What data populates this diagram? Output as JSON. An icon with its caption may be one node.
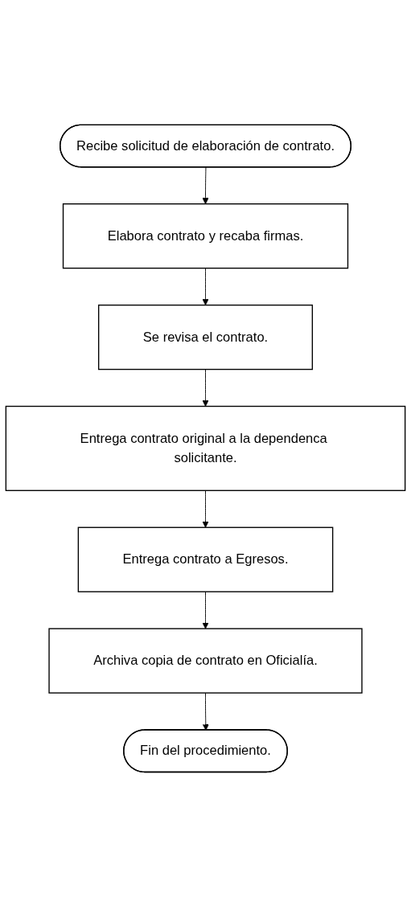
{
  "diagram": {
    "nodes": [
      {
        "text": [
          "Recibe solicitud de elaboración de contrato."
        ]
      },
      {
        "text": [
          "Elabora contrato y recaba firmas."
        ]
      },
      {
        "text": [
          "Se revisa el contrato."
        ]
      },
      {
        "text": [
          "Entrega contrato original a la dependenca solicitante."
        ]
      },
      {
        "text": [
          "Entrega contrato a Egresos."
        ]
      },
      {
        "text": [
          "Archiva copia de contrato en Oficialía."
        ]
      },
      {
        "text": [
          "Fin del procedimiento."
        ]
      }
    ],
    "edges": [
      {
        "from": 0,
        "to": 1,
        "arrow": "to"
      },
      {
        "from": 1,
        "to": 2,
        "arrow": "to"
      },
      {
        "from": 2,
        "to": 3,
        "arrow": "to"
      },
      {
        "from": 3,
        "to": 4,
        "arrow": "to"
      },
      {
        "from": 4,
        "to": 5,
        "arrow": "to"
      },
      {
        "from": 5,
        "to": 6,
        "arrow": "to"
      }
    ]
  }
}
